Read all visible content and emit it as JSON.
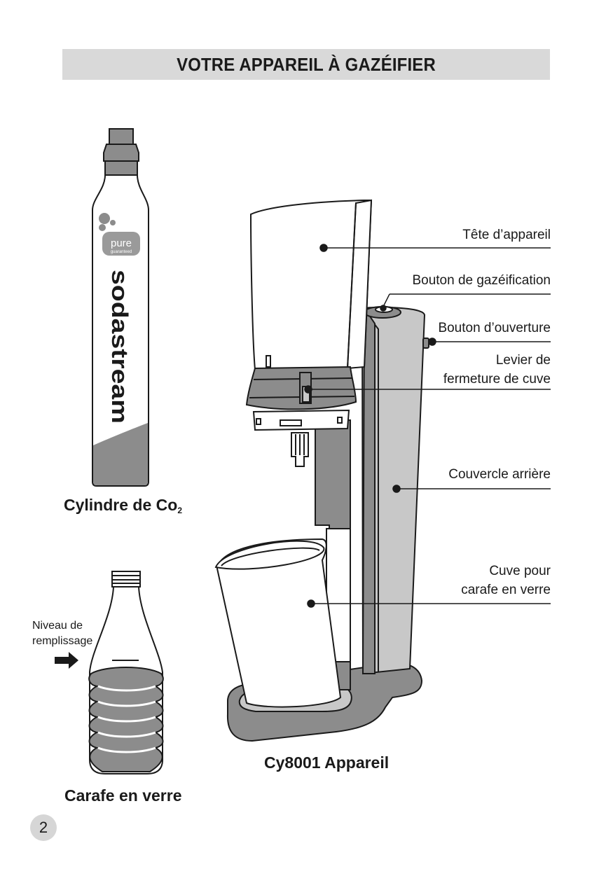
{
  "header": {
    "title": "VOTRE APPAREIL À GAZÉIFIER"
  },
  "cylinder": {
    "caption": "Cylindre de Co",
    "caption_sub": "2",
    "badge_text": "pure",
    "badge_subtext": "guaranteed",
    "brand_text": "sodastream"
  },
  "carafe": {
    "caption": "Carafe en verre",
    "fill_level_label_line1": "Niveau de",
    "fill_level_label_line2": "remplissage"
  },
  "appliance": {
    "caption": "Cy8001 Appareil",
    "labels": [
      {
        "lines": [
          "Tête d’appareil"
        ]
      },
      {
        "lines": [
          "Bouton de gazéification"
        ]
      },
      {
        "lines": [
          "Bouton d’ouverture"
        ]
      },
      {
        "lines": [
          "Levier de",
          "fermeture de cuve"
        ]
      },
      {
        "lines": [
          "Couvercle arrière"
        ]
      },
      {
        "lines": [
          "Cuve pour",
          "carafe en verre"
        ]
      }
    ]
  },
  "footer": {
    "page_number": "2"
  },
  "colors": {
    "title_bar": "#d9d9d9",
    "device_gray": "#8c8c8c",
    "light_gray": "#c8c8c8"
  }
}
